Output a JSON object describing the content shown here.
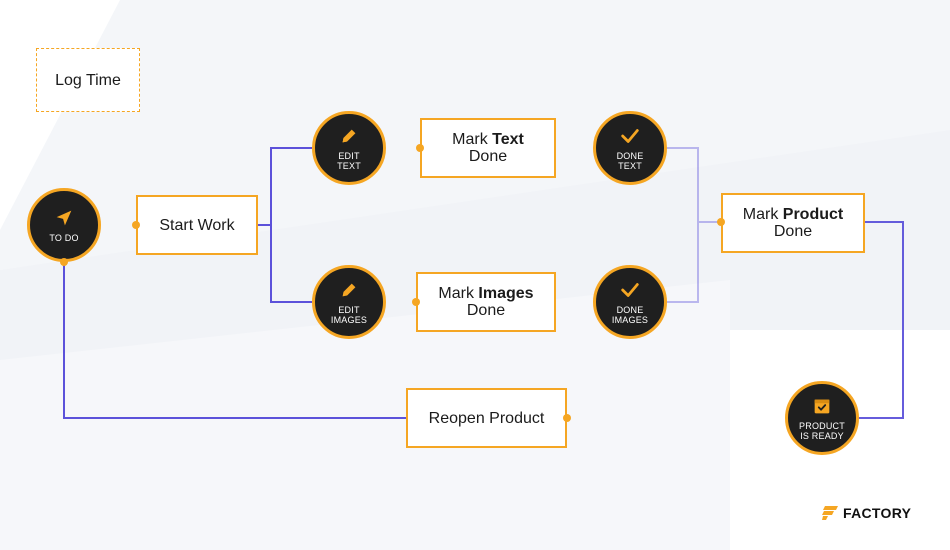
{
  "steps": {
    "log_time": "Log Time",
    "start_work": "Start Work",
    "mark_text": {
      "pre": "Mark ",
      "bold": "Text",
      "post": "Done"
    },
    "mark_images": {
      "pre": "Mark ",
      "bold": "Images",
      "post": "Done"
    },
    "mark_product": {
      "pre": "Mark ",
      "bold": "Product",
      "post": "Done"
    },
    "reopen_product": "Reopen Product"
  },
  "states": {
    "to_do": "TO DO",
    "edit_text": [
      "EDIT",
      "TEXT"
    ],
    "edit_images": [
      "EDIT",
      "IMAGES"
    ],
    "done_text": [
      "DONE",
      "TEXT"
    ],
    "done_images": [
      "DONE",
      "IMAGES"
    ],
    "product_ready": [
      "PRODUCT",
      "IS READY"
    ]
  },
  "brand": {
    "name": "FACTORY"
  },
  "colors": {
    "accent": "#f5a623",
    "node_fill": "#1f1f1f",
    "connector": "#4b3fd6",
    "background_shape": "#f3f5f8"
  },
  "icons": {
    "to_do": "navigation-arrow-icon",
    "edit": "pencil-icon",
    "done": "checkmark-icon",
    "product_ready": "package-icon",
    "brand": "factory-logo-icon"
  }
}
